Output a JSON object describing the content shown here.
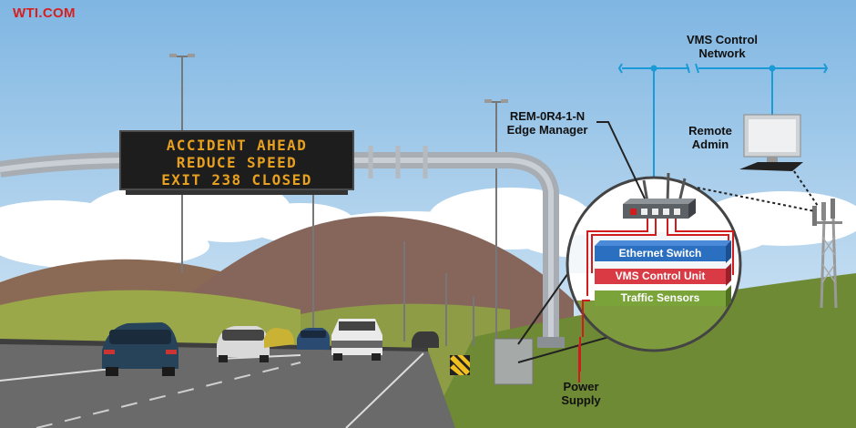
{
  "brand": "WTI.COM",
  "sign": {
    "line1": "ACCIDENT AHEAD",
    "line2": "REDUCE SPEED",
    "line3": "EXIT 238 CLOSED"
  },
  "labels": {
    "network_l1": "VMS Control",
    "network_l2": "Network",
    "device_l1": "REM-0R4-1-N",
    "device_l2": "Edge Manager",
    "remote_l1": "Remote",
    "remote_l2": "Admin",
    "power_l1": "Power",
    "power_l2": "Supply"
  },
  "stack": [
    "Ethernet Switch",
    "VMS Control Unit",
    "Traffic Sensors"
  ],
  "colors": {
    "network": "#1a9ad6",
    "power_line": "#d01c1c",
    "ethernet": "#2a6fc0",
    "vms_unit": "#d93a44",
    "sensors": "#7aa33a",
    "sign_text": "#e8a020",
    "brand": "#d62020"
  },
  "icons": [
    "router-icon",
    "computer-monitor-icon",
    "keyboard-icon",
    "cell-tower-icon",
    "hazard-marker-icon",
    "car-icon",
    "pickup-truck-icon"
  ]
}
